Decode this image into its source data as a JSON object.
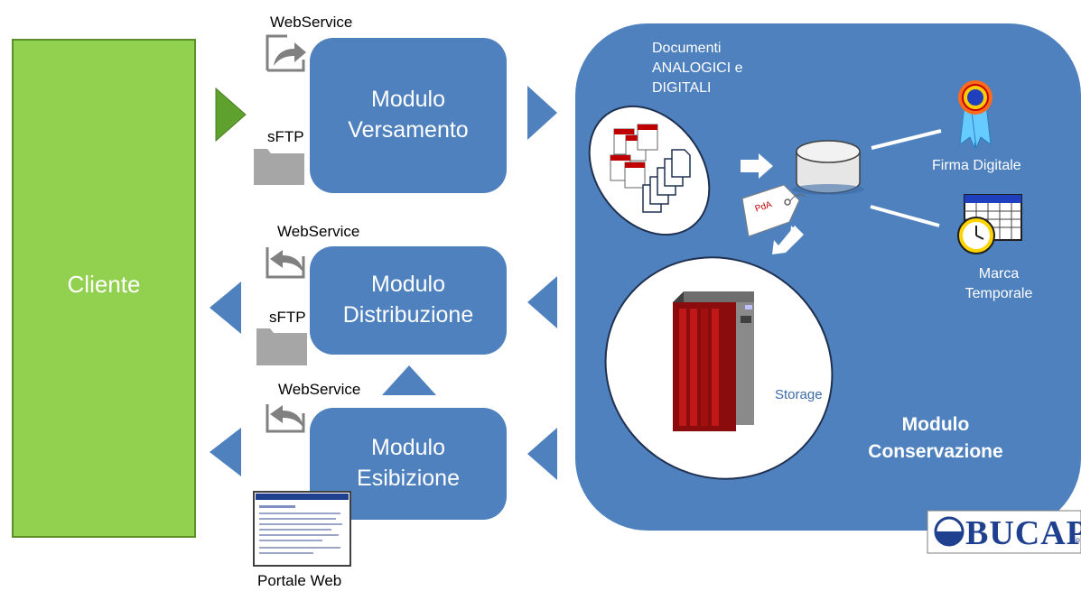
{
  "client": {
    "label": "Cliente"
  },
  "modules": {
    "versamento": {
      "line1": "Modulo",
      "line2": "Versamento"
    },
    "distribuzione": {
      "line1": "Modulo",
      "line2": "Distribuzione"
    },
    "esibizione": {
      "line1": "Modulo",
      "line2": "Esibizione"
    },
    "conservazione": {
      "line1": "Modulo",
      "line2": "Conservazione"
    }
  },
  "channels": {
    "webservice_1": "WebService",
    "sftp_1": "sFTP",
    "webservice_2": "WebService",
    "sftp_2": "sFTP",
    "webservice_3": "WebService",
    "portale": "Portale Web"
  },
  "conservazione": {
    "documents_label_1": "Documenti",
    "documents_label_2": "ANALOGICI e",
    "documents_label_3": "DIGITALI",
    "pda_tag": "PdA",
    "firma_label": "Firma Digitale",
    "marca_label_1": "Marca",
    "marca_label_2": "Temporale",
    "storage_label": "Storage"
  },
  "logo": {
    "text": "BUCAP",
    "suffix": "Sp"
  },
  "colors": {
    "client_green": "#92d050",
    "module_blue": "#4e81bd",
    "folder_gray": "#a6a6a6"
  }
}
